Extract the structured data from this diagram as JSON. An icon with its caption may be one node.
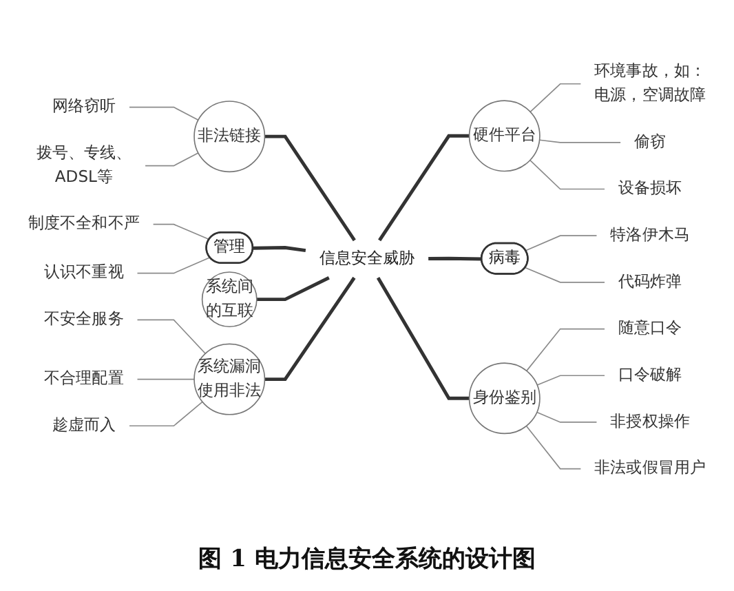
{
  "diagram": {
    "caption": "图 1 电力信息安全系统的设计图",
    "nodes": [
      {
        "text": [
          "制度不全和不严"
        ]
      },
      {
        "text": [
          "认识不重视"
        ]
      },
      {
        "text": [
          "环境事故，如：电源，空调故障"
        ]
      },
      {
        "text": [
          "网络窃听"
        ]
      },
      {
        "text": [
          "非法链接"
        ]
      },
      {
        "text": [
          "管理"
        ]
      },
      {
        "text": [
          "硬件平台"
        ]
      },
      {
        "text": [
          "偷窃"
        ]
      },
      {
        "text": [
          "拨号、专线、ADSL等"
        ]
      },
      {
        "text": [
          "设备损坏"
        ]
      },
      {
        "text": [
          "系统间的互联"
        ]
      },
      {
        "text": [
          "信息安全威胁"
        ]
      },
      {
        "text": [
          "随意口令"
        ]
      },
      {
        "text": [
          "病毒"
        ]
      },
      {
        "text": [
          "不安全服务"
        ]
      },
      {
        "text": [
          "系统漏洞使用非法"
        ]
      },
      {
        "text": [
          "身份鉴别"
        ]
      },
      {
        "text": [
          "口令破解"
        ]
      },
      {
        "text": [
          "不合理配置"
        ]
      },
      {
        "text": [
          "非授权操作"
        ]
      },
      {
        "text": [
          "趁虚而入"
        ]
      },
      {
        "text": [
          "特洛伊木马"
        ]
      },
      {
        "text": [
          "代码炸弹"
        ]
      },
      {
        "text": [
          "非法或假冒用户"
        ]
      }
    ],
    "edges": [
      {
        "from": 3,
        "to": 4,
        "arrow": "none"
      },
      {
        "from": 8,
        "to": 4,
        "arrow": "none"
      },
      {
        "from": 0,
        "to": 5,
        "arrow": "none"
      },
      {
        "from": 1,
        "to": 5,
        "arrow": "none"
      },
      {
        "from": 14,
        "to": 15,
        "arrow": "none"
      },
      {
        "from": 18,
        "to": 15,
        "arrow": "none"
      },
      {
        "from": 20,
        "to": 15,
        "arrow": "none"
      },
      {
        "from": 4,
        "to": 11,
        "arrow": "none",
        "style": "thick",
        "color": "#333333"
      },
      {
        "from": 5,
        "to": 11,
        "arrow": "none",
        "style": "thick",
        "color": "#333333"
      },
      {
        "from": 10,
        "to": 11,
        "arrow": "none",
        "style": "thick",
        "color": "#333333"
      },
      {
        "from": 15,
        "to": 11,
        "arrow": "none",
        "style": "thick",
        "color": "#333333"
      },
      {
        "from": 11,
        "to": 6,
        "arrow": "none",
        "style": "thick",
        "color": "#333333"
      },
      {
        "from": 11,
        "to": 13,
        "arrow": "none",
        "style": "thick",
        "color": "#333333"
      },
      {
        "from": 11,
        "to": 16,
        "arrow": "none",
        "style": "thick",
        "color": "#333333"
      },
      {
        "from": 6,
        "to": 2,
        "arrow": "none"
      },
      {
        "from": 6,
        "to": 7,
        "arrow": "none"
      },
      {
        "from": 6,
        "to": 9,
        "arrow": "none"
      },
      {
        "from": 13,
        "to": 21,
        "arrow": "none"
      },
      {
        "from": 13,
        "to": 22,
        "arrow": "none"
      },
      {
        "from": 16,
        "to": 12,
        "arrow": "none"
      },
      {
        "from": 16,
        "to": 17,
        "arrow": "none"
      },
      {
        "from": 16,
        "to": 19,
        "arrow": "none"
      },
      {
        "from": 16,
        "to": 23,
        "arrow": "none"
      }
    ]
  }
}
